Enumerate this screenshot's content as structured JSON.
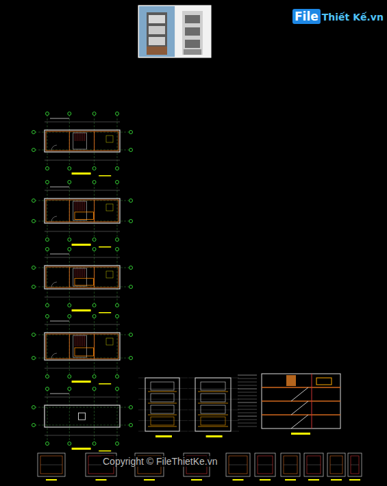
{
  "diagram": {
    "labels": [
      "File",
      "Thiết Kế.vn",
      "Copyright © FileThietKe.vn"
    ]
  }
}
